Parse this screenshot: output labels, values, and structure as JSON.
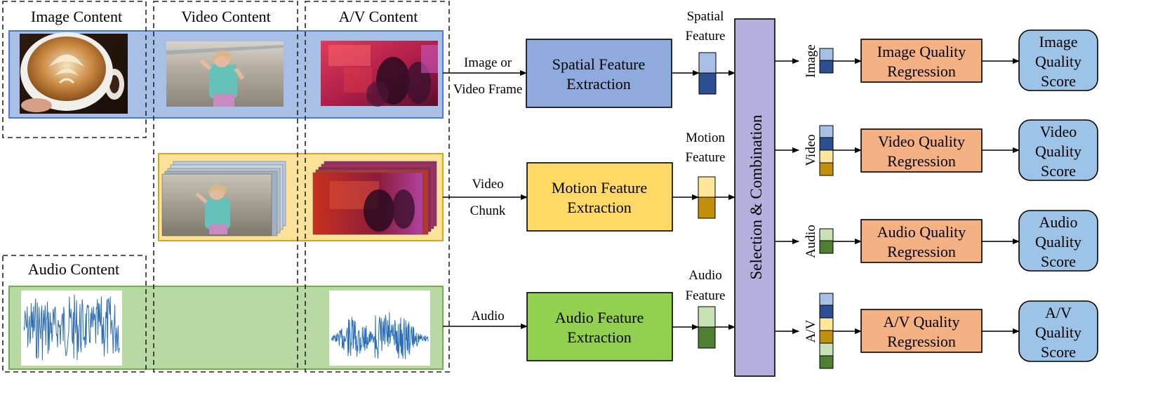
{
  "content_groups": {
    "image": "Image Content",
    "video": "Video Content",
    "av": "A/V Content",
    "audio": "Audio Content"
  },
  "inputs": {
    "image_or_frame": [
      "Image or",
      "Video Frame"
    ],
    "video_chunk": [
      "Video",
      "Chunk"
    ],
    "audio": "Audio"
  },
  "extractors": {
    "spatial": [
      "Spatial Feature",
      "Extraction"
    ],
    "motion": [
      "Motion Feature",
      "Extraction"
    ],
    "audio": [
      "Audio Feature",
      "Extraction"
    ]
  },
  "features": {
    "spatial": [
      "Spatial",
      "Feature"
    ],
    "motion": [
      "Motion",
      "Feature"
    ],
    "audio": [
      "Audio",
      "Feature"
    ]
  },
  "selection": "Selection & Combination",
  "branches": {
    "image": "Image",
    "video": "Video",
    "audio": "Audio",
    "av": "A/V"
  },
  "regressions": {
    "image": [
      "Image Quality",
      "Regression"
    ],
    "video": [
      "Video Quality",
      "Regression"
    ],
    "audio": [
      "Audio Quality",
      "Regression"
    ],
    "av": [
      "A/V Quality",
      "Regression"
    ]
  },
  "scores": {
    "image": [
      "Image",
      "Quality",
      "Score"
    ],
    "video": [
      "Video",
      "Quality",
      "Score"
    ],
    "audio": [
      "Audio",
      "Quality",
      "Score"
    ],
    "av": [
      "A/V",
      "Quality",
      "Score"
    ]
  },
  "colors": {
    "spatial_light": "#a9c0e6",
    "spatial_dark": "#2c4f92",
    "motion_light": "#fde79b",
    "motion_dark": "#c28f0a",
    "audio_light": "#c6e1b3",
    "audio_dark": "#4f7f33",
    "spatial_box": "#8faadc",
    "motion_box": "#ffd966",
    "audio_box": "#92d050",
    "selection": "#b4b0de",
    "regression": "#f4b183",
    "score": "#9dc3e6"
  }
}
